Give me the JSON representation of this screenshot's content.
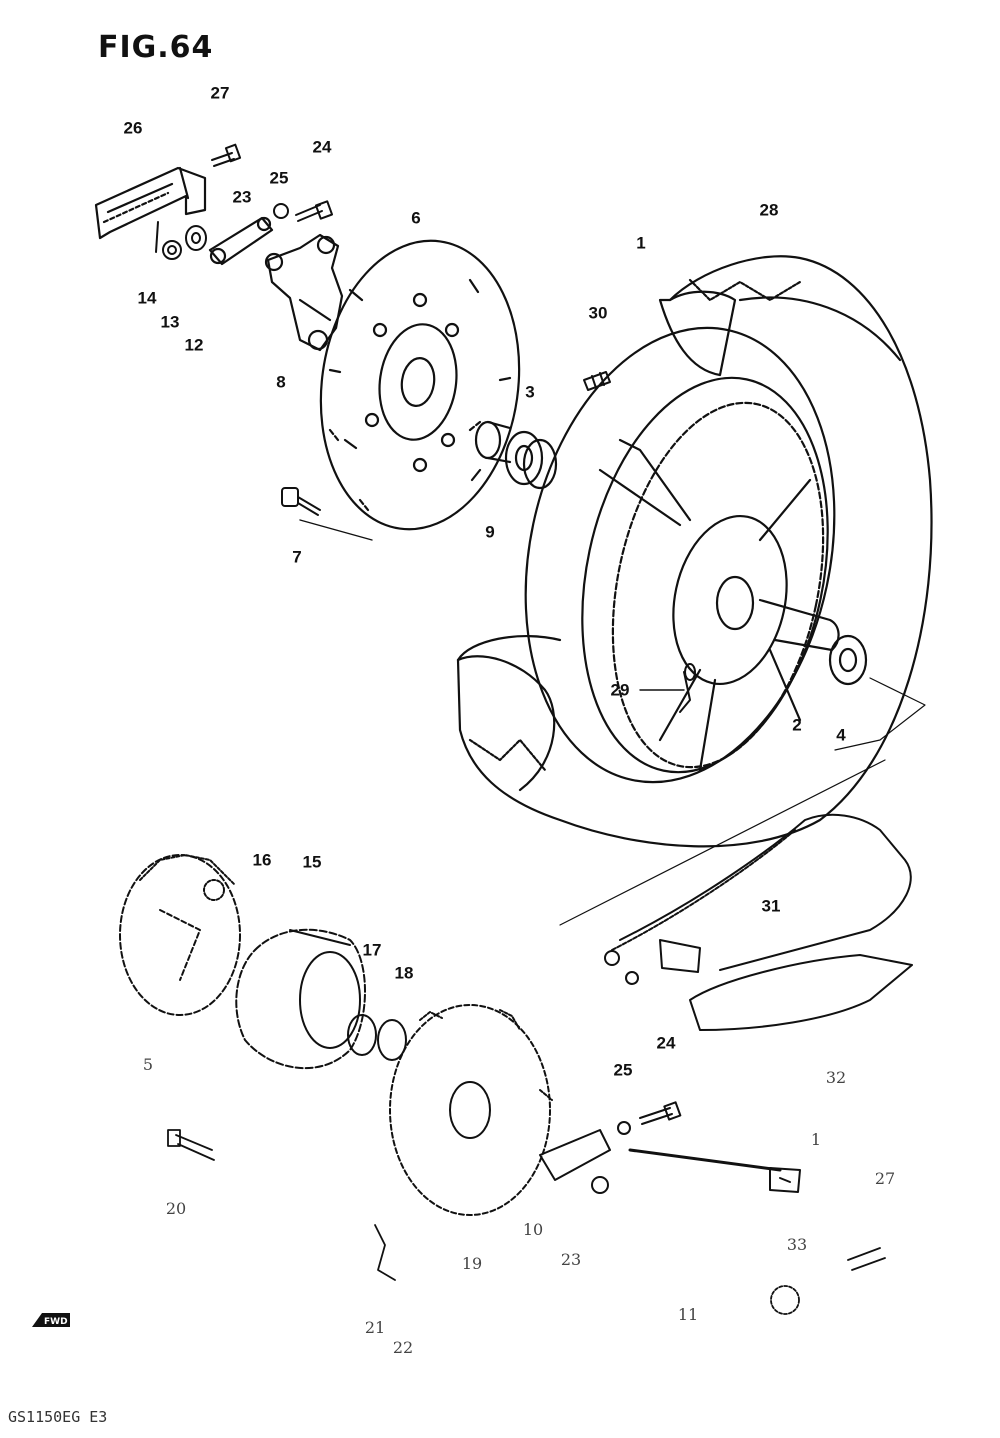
{
  "figure": {
    "title": "FIG.64",
    "footer_code": "GS1150EG E3",
    "front_marker_icon": "front-arrow-icon"
  },
  "callouts": [
    {
      "id": "p27a",
      "text": "27",
      "faint": false
    },
    {
      "id": "p26",
      "text": "26",
      "faint": false
    },
    {
      "id": "p24a",
      "text": "24",
      "faint": false
    },
    {
      "id": "p25a",
      "text": "25",
      "faint": false
    },
    {
      "id": "p23a",
      "text": "23",
      "faint": false
    },
    {
      "id": "p6",
      "text": "6",
      "faint": false
    },
    {
      "id": "p28",
      "text": "28",
      "faint": false
    },
    {
      "id": "p1a",
      "text": "1",
      "faint": false
    },
    {
      "id": "p30",
      "text": "30",
      "faint": false
    },
    {
      "id": "p14",
      "text": "14",
      "faint": false
    },
    {
      "id": "p13",
      "text": "13",
      "faint": false
    },
    {
      "id": "p12",
      "text": "12",
      "faint": false
    },
    {
      "id": "p8",
      "text": "8",
      "faint": false
    },
    {
      "id": "p3",
      "text": "3",
      "faint": false
    },
    {
      "id": "p9",
      "text": "9",
      "faint": false
    },
    {
      "id": "p7",
      "text": "7",
      "faint": false
    },
    {
      "id": "p29",
      "text": "29",
      "faint": false
    },
    {
      "id": "p2",
      "text": "2",
      "faint": false
    },
    {
      "id": "p4",
      "text": "4",
      "faint": false
    },
    {
      "id": "p16",
      "text": "16",
      "faint": false
    },
    {
      "id": "p15",
      "text": "15",
      "faint": false
    },
    {
      "id": "p31",
      "text": "31",
      "faint": false
    },
    {
      "id": "p17",
      "text": "17",
      "faint": false
    },
    {
      "id": "p18",
      "text": "18",
      "faint": false
    },
    {
      "id": "p5",
      "text": "5",
      "faint": true
    },
    {
      "id": "p32",
      "text": "32",
      "faint": true
    },
    {
      "id": "p24b",
      "text": "24",
      "faint": false
    },
    {
      "id": "p25b",
      "text": "25",
      "faint": false
    },
    {
      "id": "p1b",
      "text": "1",
      "faint": true
    },
    {
      "id": "p27b",
      "text": "27",
      "faint": true
    },
    {
      "id": "p20",
      "text": "20",
      "faint": true
    },
    {
      "id": "p10",
      "text": "10",
      "faint": true
    },
    {
      "id": "p19",
      "text": "19",
      "faint": true
    },
    {
      "id": "p23b",
      "text": "23",
      "faint": true
    },
    {
      "id": "p33",
      "text": "33",
      "faint": true
    },
    {
      "id": "p11",
      "text": "11",
      "faint": true
    },
    {
      "id": "p21",
      "text": "21",
      "faint": true
    },
    {
      "id": "p22",
      "text": "22",
      "faint": true
    }
  ],
  "colors": {
    "ink": "#111111",
    "paper": "#ffffff"
  }
}
